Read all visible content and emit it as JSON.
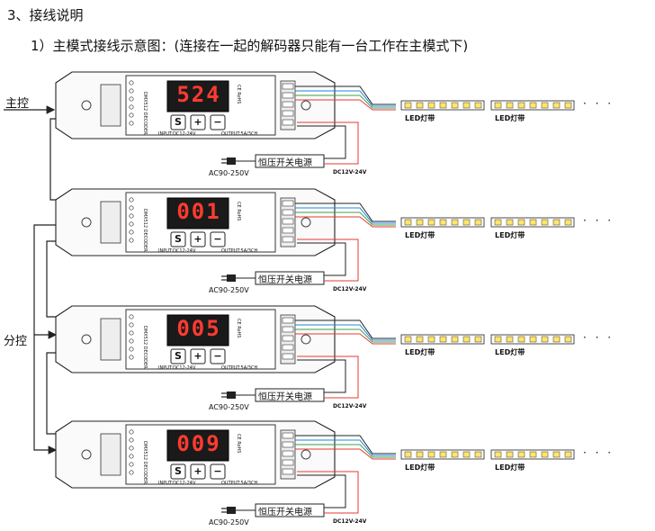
{
  "heading": "3、接线说明",
  "subheading": "1）主模式接线示意图：(连接在一起的解码器只能有一台工作在主模式下)",
  "labels": {
    "master_control": "主控",
    "slave_control": "分控",
    "ac_input": "AC90-250V",
    "dc_output": "DC12V-24V",
    "psu": "恒压开关电源",
    "led_strip": "LED灯带",
    "continuation": "· · ·",
    "decoder_model": "DMX512 DECODER",
    "input_spec": "INPUT:DC12-24V",
    "output_spec": "OUTPUT:5A/3CH",
    "rohs": "CE RoHS",
    "btn_s": "S",
    "btn_plus": "+",
    "btn_minus": "−"
  },
  "decoders": [
    {
      "display": "524"
    },
    {
      "display": "001"
    },
    {
      "display": "005"
    },
    {
      "display": "009"
    }
  ],
  "colors": {
    "wire_red": "#e53935",
    "wire_green": "#43a047",
    "wire_blue": "#1e88e5",
    "wire_black": "#222222",
    "display_bg": "#1a1a1a",
    "display_digit": "#ff3b30",
    "led_chip": "#ffe66b"
  }
}
